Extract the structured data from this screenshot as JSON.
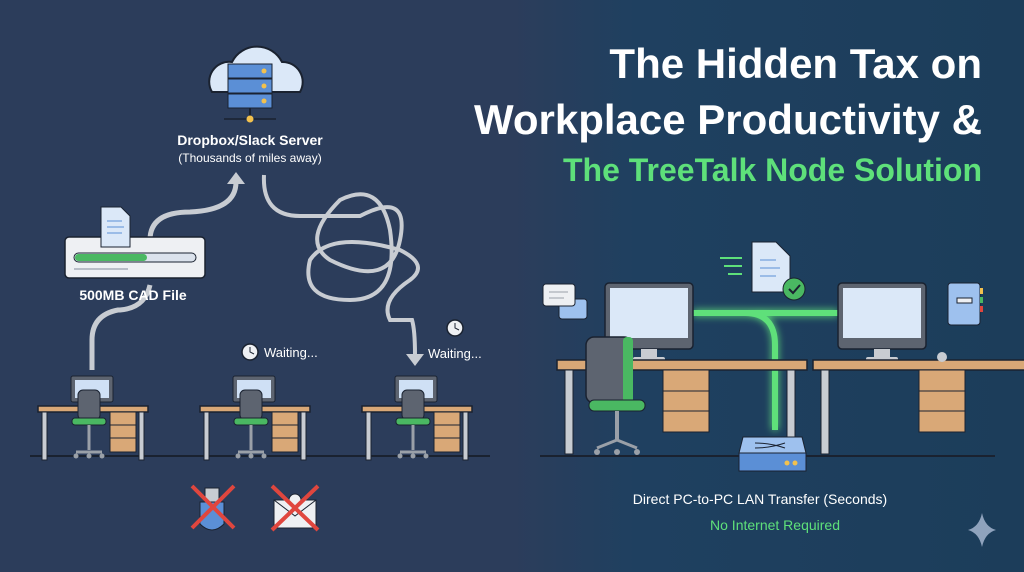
{
  "title": {
    "line1": "The Hidden Tax on",
    "line2": "Workplace Productivity &",
    "line3": "The TreeTalk Node Solution"
  },
  "left_panel": {
    "server_label": "Dropbox/Slack Server",
    "server_sublabel": "(Thousands of miles away)",
    "file_label": "500MB CAD File",
    "upload_progress": 0.6,
    "waiting_label_1": "Waiting...",
    "waiting_label_2": "Waiting..."
  },
  "right_panel": {
    "caption": "Direct PC-to-PC LAN Transfer (Seconds)",
    "subcaption": "No Internet Required"
  },
  "colors": {
    "accent_green": "#5ee07a",
    "left_bg": "#2c3d5b",
    "right_bg": "#1c3d5a"
  }
}
